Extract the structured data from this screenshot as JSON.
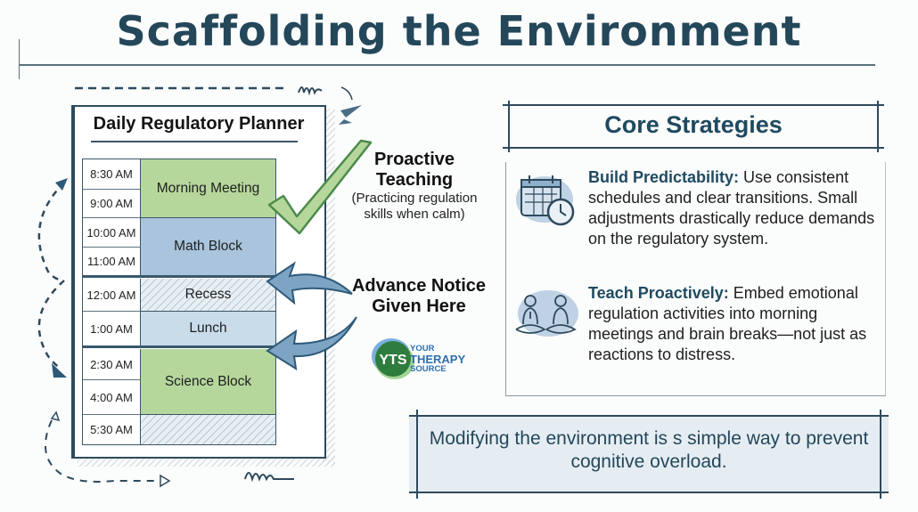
{
  "title": "Scaffolding the Environment",
  "planner": {
    "title": "Daily Regulatory Planner",
    "times": [
      "8:30 AM",
      "9:00 AM",
      "10:00 AM",
      "11:00 AM",
      "12:00 AM",
      "1:00 AM",
      "2:30 AM",
      "4:00 AM",
      "5:30 AM"
    ],
    "blocks": [
      {
        "label": "Morning Meeting",
        "color": "#b6d79c"
      },
      {
        "label": "Math Block",
        "color": "#a9c4dc"
      },
      {
        "label": "Recess",
        "color": "hatched"
      },
      {
        "label": "Lunch",
        "color": "#c8dcea"
      },
      {
        "label": "Science Block",
        "color": "#b6d79c"
      },
      {
        "label": "",
        "color": "hatched"
      }
    ]
  },
  "annotations": {
    "proactive_title": "Proactive Teaching",
    "proactive_sub": "(Practicing regulation skills when calm)",
    "advance_title": "Advance Notice Given Here"
  },
  "logo": {
    "mark": "YTS",
    "line1": "YOUR",
    "line2": "THERAPY",
    "line3": "SOURCE"
  },
  "core": {
    "title": "Core Strategies",
    "strategies": [
      {
        "icon": "calendar-clock-icon",
        "heading": "Build Predictability:",
        "body": " Use consistent schedules and clear transitions. Small adjustments drastically reduce demands on the regulatory system."
      },
      {
        "icon": "meditation-icon",
        "heading": "Teach Proactively:",
        "body": " Embed emotional regulation activities into morning meetings and brain breaks—not just as reactions to distress."
      }
    ]
  },
  "takeaway": "Modifying the environment is s simple way to prevent cognitive overload.",
  "colors": {
    "title": "#24475a",
    "accent_green": "#b6d79c",
    "accent_blue": "#a9c4dc",
    "ink": "#2e4a5c",
    "logo_green": "#2e7d3e",
    "logo_blue": "#2e6fae"
  }
}
